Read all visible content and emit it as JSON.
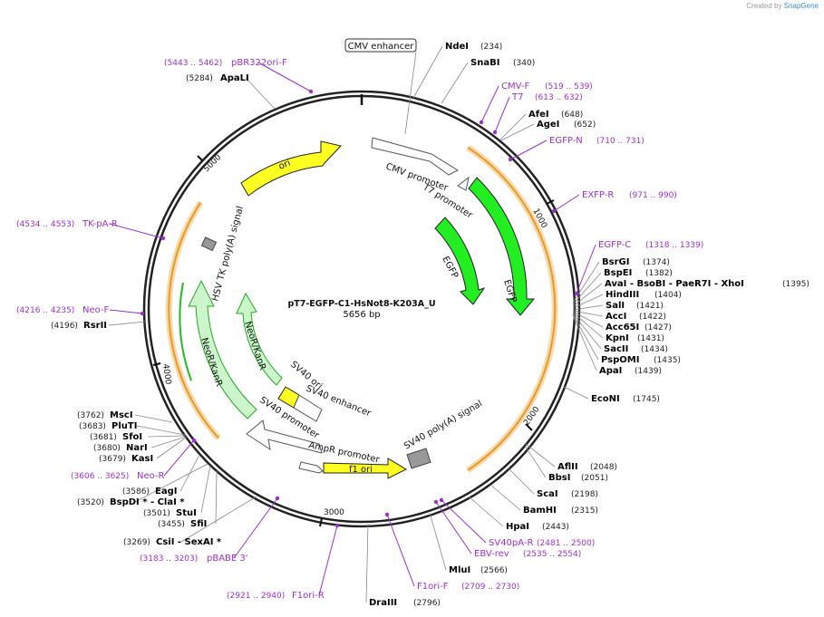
{
  "credit": {
    "created_by": "Created by",
    "brand": "SnapGene"
  },
  "plasmid": {
    "name": "pT7-EGFP-C1-HsNot8-K203A_U",
    "length_label": "5656 bp",
    "length": 5656
  },
  "colors": {
    "enzyme_text": "#000000",
    "primer": "#9b30d0",
    "orf_green": "#22ee22",
    "neo_green": "#ccf5cc",
    "yellow": "#ffff22",
    "orange": "#e69a2e",
    "pale_orange": "#f8d9a8"
  },
  "ticks": [
    "1000",
    "2000",
    "3000",
    "4000",
    "5000"
  ],
  "enzymes": [
    {
      "name": "NdeI",
      "pos": "(234)"
    },
    {
      "name": "SnaBI",
      "pos": "(340)"
    },
    {
      "name": "AfeI",
      "pos": "(648)"
    },
    {
      "name": "AgeI",
      "pos": "(652)"
    },
    {
      "name": "BsrGI",
      "pos": "(1374)"
    },
    {
      "name": "BspEI",
      "pos": "(1382)"
    },
    {
      "name": "AvaI - BsoBI - PaeR7I - XhoI",
      "pos": "(1395)"
    },
    {
      "name": "HindIII",
      "pos": "(1404)"
    },
    {
      "name": "SalI",
      "pos": "(1421)"
    },
    {
      "name": "AccI",
      "pos": "(1422)"
    },
    {
      "name": "Acc65I",
      "pos": "(1427)"
    },
    {
      "name": "KpnI",
      "pos": "(1431)"
    },
    {
      "name": "SacII",
      "pos": "(1434)"
    },
    {
      "name": "PspOMI",
      "pos": "(1435)"
    },
    {
      "name": "ApaI",
      "pos": "(1439)"
    },
    {
      "name": "EcoNI",
      "pos": "(1745)"
    },
    {
      "name": "AflII",
      "pos": "(2048)"
    },
    {
      "name": "BbsI",
      "pos": "(2051)"
    },
    {
      "name": "ScaI",
      "pos": "(2198)"
    },
    {
      "name": "BamHI",
      "pos": "(2315)"
    },
    {
      "name": "HpaI",
      "pos": "(2443)"
    },
    {
      "name": "MluI",
      "pos": "(2566)"
    },
    {
      "name": "DraIII",
      "pos": "(2796)"
    },
    {
      "name": "CsiI - SexAI *",
      "pos": "(3269)"
    },
    {
      "name": "SfiI",
      "pos": "(3455)"
    },
    {
      "name": "StuI",
      "pos": "(3501)"
    },
    {
      "name": "BspDI * - ClaI *",
      "pos": "(3520)"
    },
    {
      "name": "EagI",
      "pos": "(3586)"
    },
    {
      "name": "KasI",
      "pos": "(3679)"
    },
    {
      "name": "NarI",
      "pos": "(3680)"
    },
    {
      "name": "SfoI",
      "pos": "(3681)"
    },
    {
      "name": "PluTI",
      "pos": "(3683)"
    },
    {
      "name": "MscI",
      "pos": "(3762)"
    },
    {
      "name": "RsrII",
      "pos": "(4196)"
    },
    {
      "name": "ApaLI",
      "pos": "(5284)"
    }
  ],
  "primers": [
    {
      "name": "CMV-F",
      "range": "(519 .. 539)"
    },
    {
      "name": "T7",
      "range": "(613 .. 632)"
    },
    {
      "name": "EGFP-N",
      "range": "(710 .. 731)"
    },
    {
      "name": "EXFP-R",
      "range": "(971 .. 990)"
    },
    {
      "name": "EGFP-C",
      "range": "(1318 .. 1339)"
    },
    {
      "name": "SV40pA-R",
      "range": "(2481 .. 2500)"
    },
    {
      "name": "EBV-rev",
      "range": "(2535 .. 2554)"
    },
    {
      "name": "F1ori-F",
      "range": "(2709 .. 2730)"
    },
    {
      "name": "F1ori-R",
      "range": "(2921 .. 2940)"
    },
    {
      "name": "pBABE 3'",
      "range": "(3183 .. 3203)"
    },
    {
      "name": "Neo-R",
      "range": "(3606 .. 3625)"
    },
    {
      "name": "Neo-F",
      "range": "(4216 .. 4235)"
    },
    {
      "name": "TK-pA-R",
      "range": "(4534 .. 4553)"
    },
    {
      "name": "pBR322ori-F",
      "range": "(5443 .. 5462)"
    }
  ],
  "features": {
    "cmv_enhancer": "CMV enhancer",
    "cmv_promoter": "CMV promoter",
    "t7_promoter": "T7 promoter",
    "egfp": "EGFP",
    "ori": "ori",
    "hsv_tk_polya": "HSV TK poly(A) signal",
    "neo_kanr": "NeoR/KanR",
    "sv40_ori": "SV40 ori",
    "sv40_enhancer": "SV40 enhancer",
    "sv40_promoter": "SV40 promoter",
    "ampr_promoter": "AmpR promoter",
    "f1_ori": "f1 ori",
    "sv40_polya": "SV40 poly(A) signal"
  }
}
